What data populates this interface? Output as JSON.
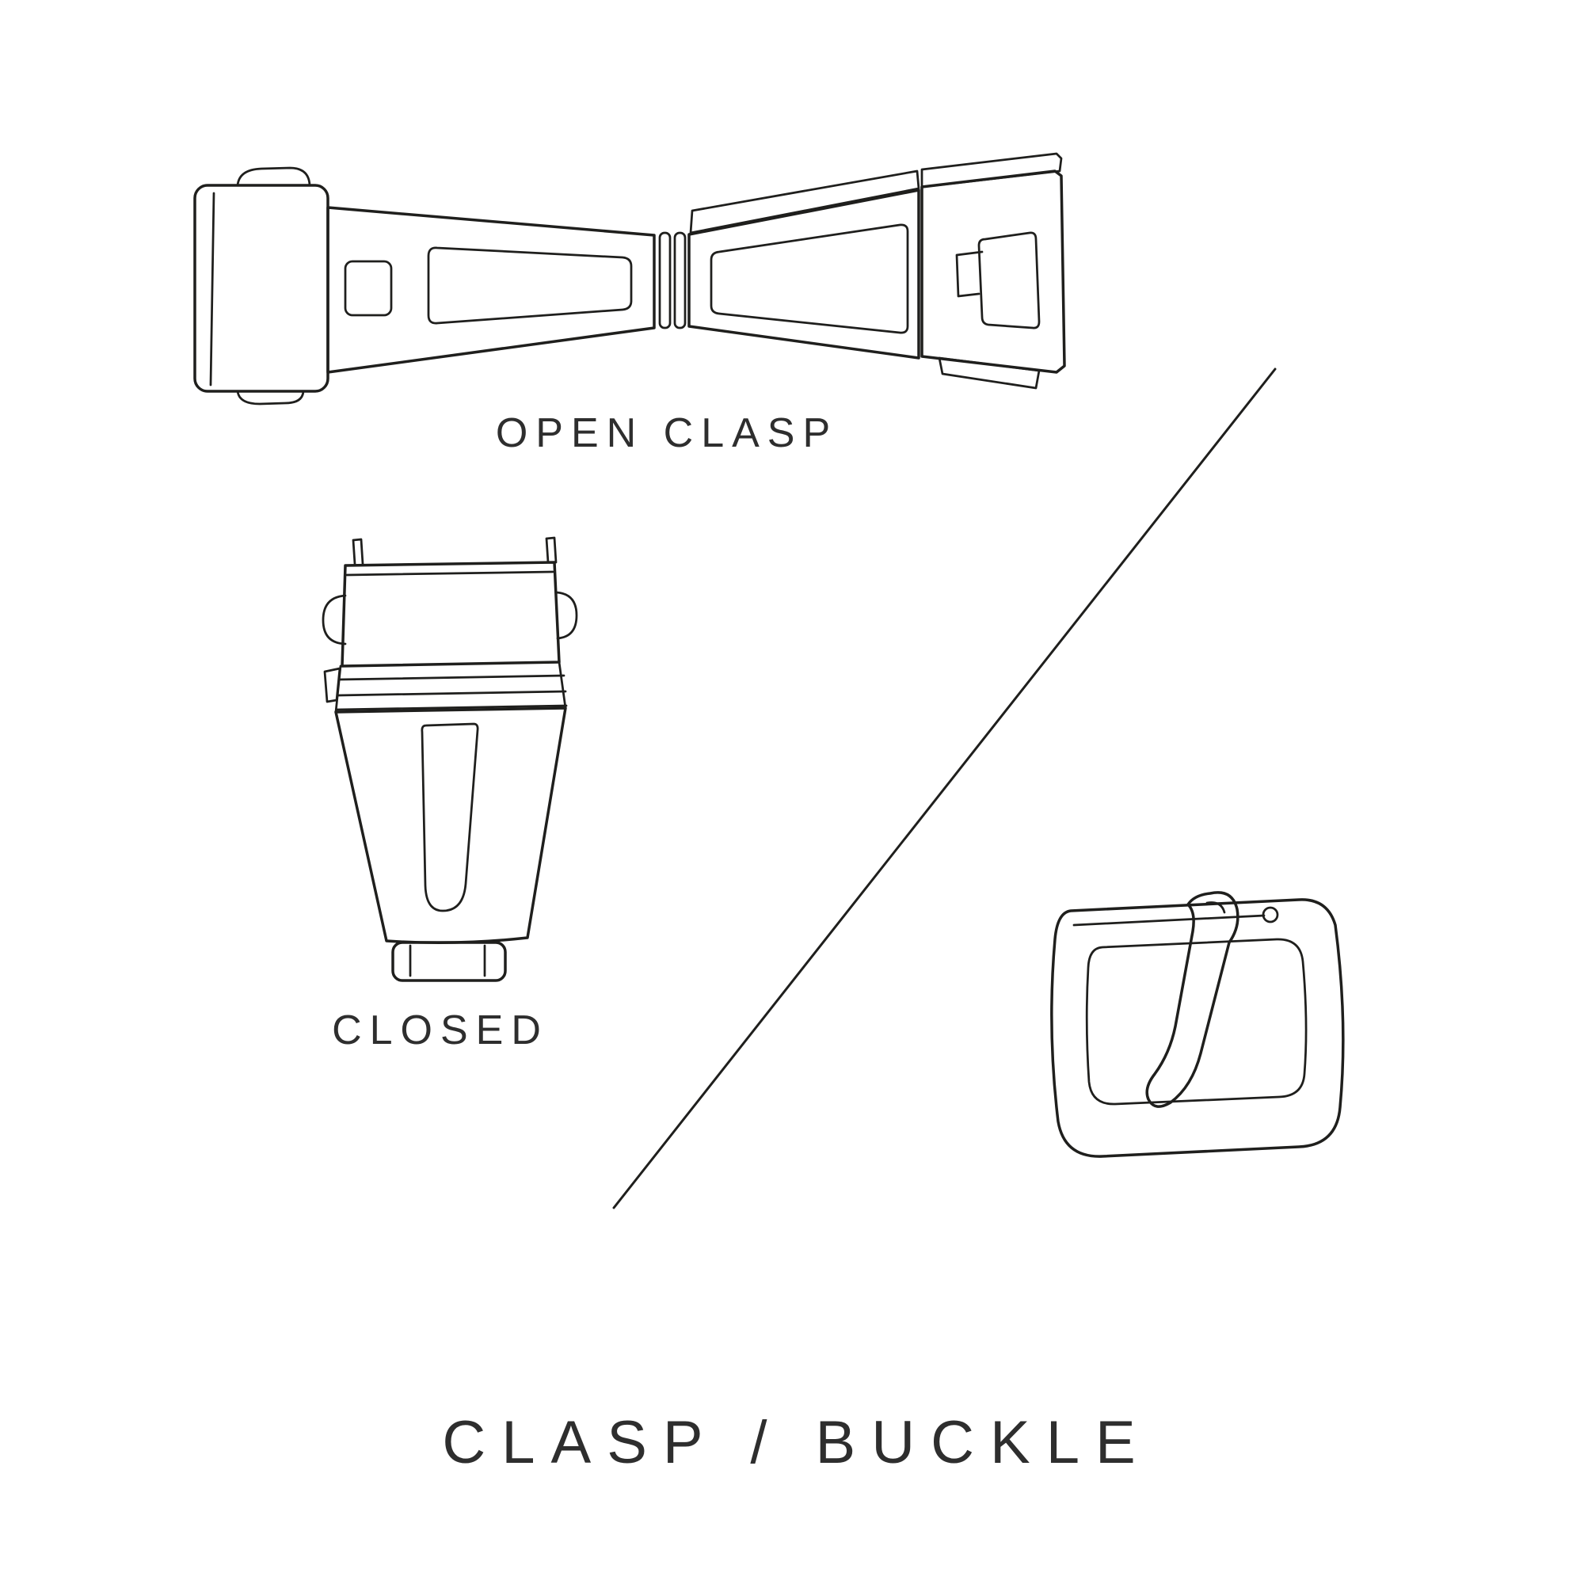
{
  "page": {
    "background": "#ffffff",
    "line_color": "#1f1f1d",
    "text_color": "#2e2e2e"
  },
  "labels": {
    "open_clasp": "OPEN CLASP",
    "closed": "CLOSED",
    "title": "CLASP / BUCKLE"
  }
}
